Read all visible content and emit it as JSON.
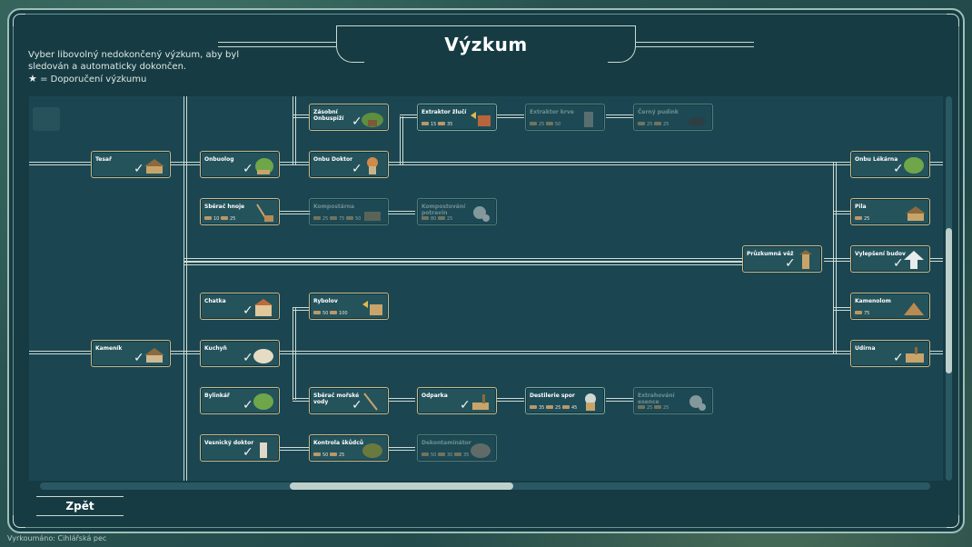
{
  "window": {
    "title": "Výzkum"
  },
  "instructions": {
    "line1": "Vyber libovolný nedokončený výzkum, aby byl sledován a automaticky dokončen.",
    "legend": "= Doporučení výzkumu"
  },
  "back_button": {
    "label": "Zpět"
  },
  "status": {
    "text": "Vyrkoumáno: Cihlářská pec"
  },
  "check_glyph": "✓",
  "nodes": {
    "tesar": {
      "name": "Tesař"
    },
    "onbuolog": {
      "name": "Onbuolog"
    },
    "zasobni": {
      "name": "Zásobní Onbuspiží"
    },
    "onbu_doktor": {
      "name": "Onbu Doktor"
    },
    "extraktor_zluci": {
      "name": "Extraktor žlučí",
      "cost": [
        "15",
        "35"
      ]
    },
    "extraktor_krve": {
      "name": "Extraktor krve",
      "cost": [
        "25",
        "50"
      ]
    },
    "cerny_pudink": {
      "name": "Černý pudink",
      "cost": [
        "25",
        "25"
      ]
    },
    "sberac_hnoje": {
      "name": "Sběrač hnoje",
      "cost": [
        "10",
        "25"
      ]
    },
    "kompostarna": {
      "name": "Kompostárna",
      "cost": [
        "25",
        "75",
        "50"
      ]
    },
    "kompostovani": {
      "name": "Kompostování potravin",
      "cost": [
        "80",
        "25"
      ]
    },
    "pruzkumna_vez": {
      "name": "Průzkumná věž"
    },
    "onbu_lekarna": {
      "name": "Onbu Lékárna"
    },
    "pila": {
      "name": "Pila",
      "cost": [
        "25"
      ]
    },
    "vylepseni": {
      "name": "Vylepšení budov"
    },
    "kamenolom": {
      "name": "Kamenolom",
      "cost": [
        "75"
      ]
    },
    "udirna": {
      "name": "Udírna"
    },
    "chatka": {
      "name": "Chatka"
    },
    "rybolov": {
      "name": "Rybolov",
      "cost": [
        "50",
        "100"
      ]
    },
    "kamenik": {
      "name": "Kameník"
    },
    "kuchyn": {
      "name": "Kuchyň"
    },
    "bylinkar": {
      "name": "Bylinkář"
    },
    "sberac_vody": {
      "name": "Sběrač mořské vody"
    },
    "odparka": {
      "name": "Odparka"
    },
    "destilerie": {
      "name": "Destilerie spor",
      "cost": [
        "35",
        "25",
        "45"
      ]
    },
    "extrahovani": {
      "name": "Extrahování esence",
      "cost": [
        "25",
        "25"
      ]
    },
    "vesnicky_doktor": {
      "name": "Vesnický doktor"
    },
    "kontrola_skudcu": {
      "name": "Kontrola škůdců",
      "cost": [
        "50",
        "25"
      ]
    },
    "dekontaminator": {
      "name": "Dekontaminátor",
      "cost": [
        "50",
        "30",
        "35"
      ]
    }
  }
}
